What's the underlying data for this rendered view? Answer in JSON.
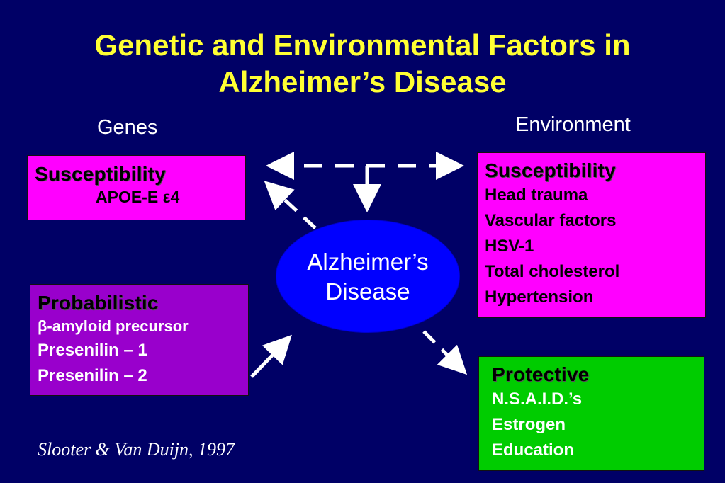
{
  "title": {
    "line1": "Genetic and Environmental Factors in",
    "line2": "Alzheimer’s Disease"
  },
  "columns": {
    "genes": "Genes",
    "environment": "Environment"
  },
  "genes_susceptibility": {
    "heading": "Susceptibility",
    "item": "APOE-E ε4"
  },
  "probabilistic": {
    "heading": "Probabilistic",
    "items": [
      "β-amyloid precursor",
      "Presenilin – 1",
      "Presenilin – 2"
    ]
  },
  "env_susceptibility": {
    "heading": "Susceptibility",
    "items": [
      "Head trauma",
      "Vascular factors",
      "HSV-1",
      "Total cholesterol",
      "Hypertension"
    ]
  },
  "protective": {
    "heading": "Protective",
    "items": [
      "N.S.A.I.D.’s",
      "Estrogen",
      "Education"
    ]
  },
  "center": {
    "line1": "Alzheimer’s",
    "line2": "Disease"
  },
  "citation": "Slooter & Van Duijn, 1997",
  "colors": {
    "background": "#000066",
    "title": "#ffff33",
    "magenta_box": "#ff00ff",
    "purple_box": "#9900cc",
    "green_box": "#00cc00",
    "center_ellipse": "#0000ff"
  }
}
